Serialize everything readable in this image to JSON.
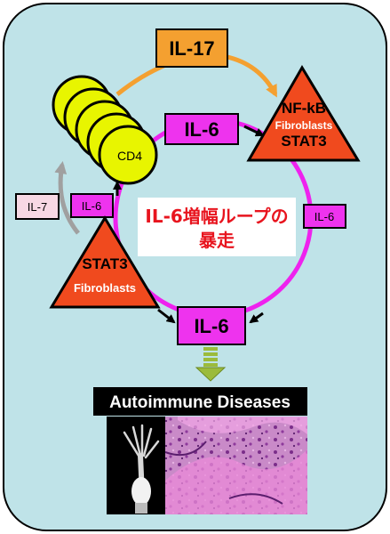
{
  "colors": {
    "background_panel": "#bfe3e8",
    "loop_magenta": "#ee22ee",
    "il17_orange": "#f4a030",
    "triangle_red": "#f04a1e",
    "cd4_yellow": "#e8f500",
    "il6_box": "#ee33ee",
    "il7_box": "#f7d8e4",
    "arrow_gray": "#a0a0a0",
    "down_arrow_green": "#9bbb3b",
    "banner_black": "#000000",
    "label_red": "#e8141e"
  },
  "labels": {
    "il17": "IL-17",
    "il6_top": "IL-6",
    "il6_right": "IL-6",
    "il6_left": "IL-6",
    "il6_bottom": "IL-6",
    "il7": "IL-7",
    "cd4": "CD4",
    "triangle_right": {
      "line1": "NF-kB",
      "line2": "Fibroblasts",
      "line3": "STAT3"
    },
    "triangle_left": {
      "line1": "STAT3",
      "line2": "Fibroblasts"
    },
    "amplification_loop": {
      "line1": "IL-6増幅ループの",
      "line2": "暴走"
    },
    "banner": "Autoimmune Diseases"
  },
  "images": {
    "xray": "paw-xray-image",
    "histology": "joint-histology-image"
  }
}
